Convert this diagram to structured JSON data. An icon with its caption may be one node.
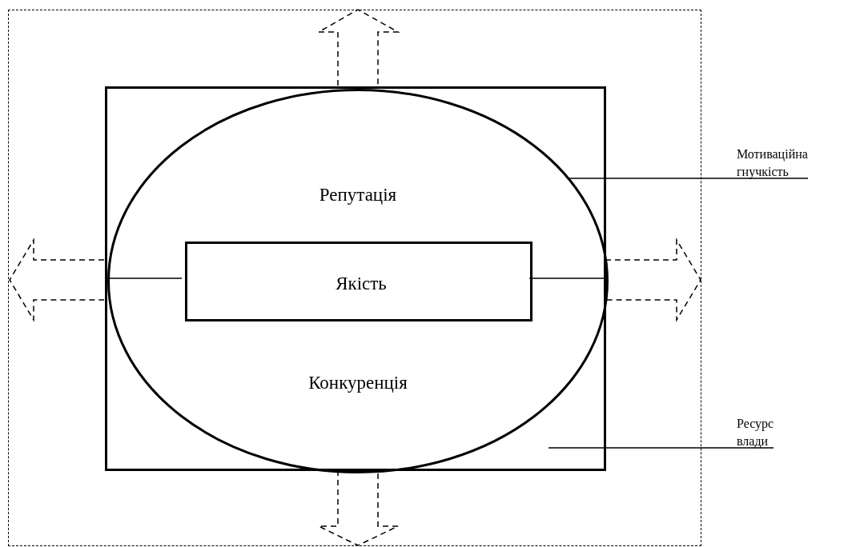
{
  "diagram": {
    "nodes": [
      {
        "text": [],
        "shape": "box"
      },
      {
        "text": [],
        "shape": "box",
        "in": 0
      },
      {
        "text": [
          "Репутація",
          "Конкуренція"
        ],
        "in": 1
      },
      {
        "text": [
          "Якість"
        ],
        "in": 2
      },
      {
        "text": [
          "Мотиваційна гнучкість"
        ]
      },
      {
        "text": [
          "Ресурс влади"
        ]
      }
    ],
    "edges": [
      {
        "from": 4,
        "to": 2,
        "arrow": "none"
      },
      {
        "from": 5,
        "to": 1,
        "arrow": "none"
      }
    ]
  }
}
